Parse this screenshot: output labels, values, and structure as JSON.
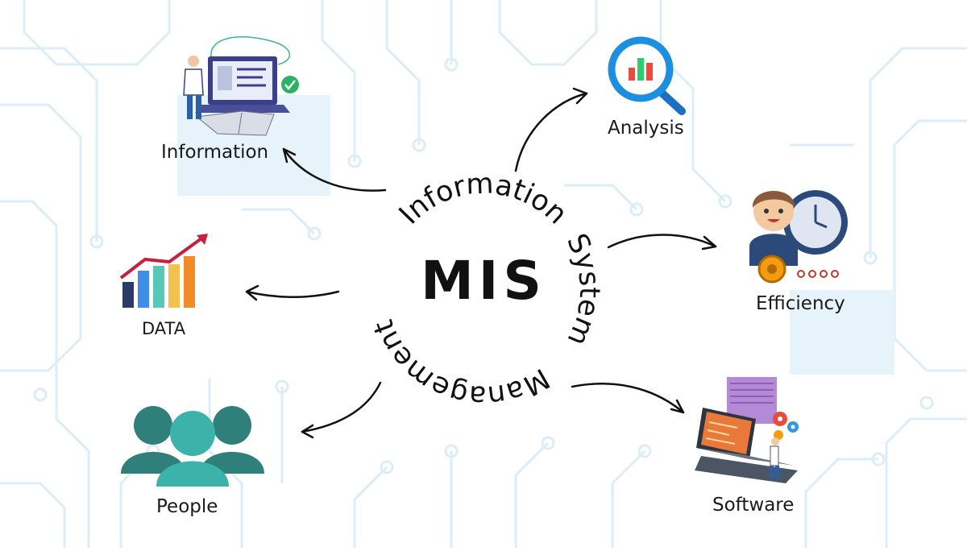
{
  "center": {
    "title": "MIS",
    "ring_words": [
      "Information",
      "System",
      "Management"
    ]
  },
  "nodes": [
    {
      "id": "information",
      "label": "Information",
      "icon": "laptop-person-icon"
    },
    {
      "id": "analysis",
      "label": "Analysis",
      "icon": "magnifier-chart-icon"
    },
    {
      "id": "data",
      "label": "DATA",
      "icon": "bar-chart-icon"
    },
    {
      "id": "efficiency",
      "label": "Efficiency",
      "icon": "person-clock-gear-icon"
    },
    {
      "id": "people",
      "label": "People",
      "icon": "people-group-icon"
    },
    {
      "id": "software",
      "label": "Software",
      "icon": "laptop-code-icon"
    }
  ],
  "colors": {
    "circuit": "#dbeef8",
    "circuit_panel": "#e6f3fb",
    "arrow": "#111111",
    "people": "#2f7f7a",
    "people_front": "#3bb3aa",
    "magnifier_ring": "#1d8fe0",
    "bar_colors": [
      "#2b3a67",
      "#3e8ee8",
      "#57c7b8",
      "#f2c14e",
      "#f28c28"
    ],
    "trend_line": "#c8203a"
  }
}
